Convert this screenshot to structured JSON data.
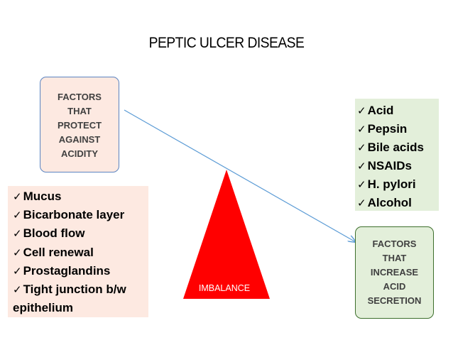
{
  "title": "PEPTIC ULCER DISEASE",
  "protect_box": {
    "lines": [
      "FACTORS",
      "THAT",
      "PROTECT",
      "AGAINST",
      "ACIDITY"
    ]
  },
  "increase_box": {
    "lines": [
      "FACTORS",
      "THAT",
      "INCREASE",
      "ACID",
      "SECRETION"
    ]
  },
  "protective_factors": [
    "Mucus",
    "Bicarbonate layer",
    "Blood flow",
    "Cell renewal",
    "Prostaglandins",
    "Tight junction b/w",
    "epithelium"
  ],
  "aggressive_factors": [
    "Acid",
    "Pepsin",
    "Bile acids",
    "NSAIDs",
    "H. pylori",
    "Alcohol"
  ],
  "triangle_label": "IMBALANCE",
  "check_mark": "✓",
  "colors": {
    "protect_fill": "#fde9e1",
    "increase_fill": "#e3efda",
    "triangle": "#ff0000",
    "arrow": "#5b9bd5"
  }
}
